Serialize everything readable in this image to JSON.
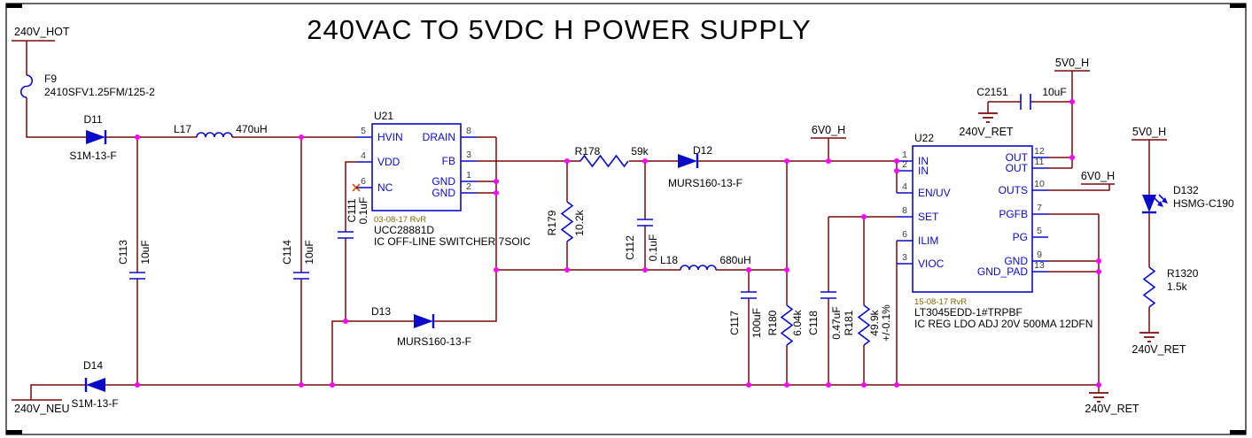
{
  "title": "240VAC TO 5VDC H POWER SUPPLY",
  "colors": {
    "wire": "#7A0A0A",
    "component": "#0A0AC8",
    "junction": "#FF00FF",
    "text": "#000000",
    "date_stamp": "#7d6400",
    "no_connect": "#E05500"
  },
  "ports": {
    "hot": "240V_HOT",
    "neu": "240V_NEU",
    "v6_mid": "6V0_H",
    "v5_top": "5V0_H",
    "v6_right": "6V0_H",
    "v5_right": "5V0_H",
    "ret_c2151": "240V_RET",
    "ret_bottom": "240V_RET",
    "ret_right": "240V_RET"
  },
  "components": {
    "f9": {
      "ref": "F9",
      "value": "2410SFV1.25FM/125-2"
    },
    "d11": {
      "ref": "D11",
      "value": "S1M-13-F"
    },
    "d14": {
      "ref": "D14",
      "value": "S1M-13-F"
    },
    "l17": {
      "ref": "L17",
      "value": "470uH"
    },
    "l18": {
      "ref": "L18",
      "value": "680uH"
    },
    "c113": {
      "ref": "C113",
      "value": "10uF"
    },
    "c114": {
      "ref": "C114",
      "value": "10uF"
    },
    "c111": {
      "ref": "C111",
      "value": "0.1uF"
    },
    "c112": {
      "ref": "C112",
      "value": "0.1uF"
    },
    "c117": {
      "ref": "C117",
      "value": "100uF"
    },
    "c118": {
      "ref": "C118",
      "value": "0.47uF"
    },
    "c2151": {
      "ref": "C2151",
      "value": "10uF"
    },
    "r178": {
      "ref": "R178",
      "value": "59k"
    },
    "r179": {
      "ref": "R179",
      "value": "10.2k"
    },
    "r180": {
      "ref": "R180",
      "value": "6.04k"
    },
    "r181": {
      "ref": "R181",
      "value": "49.9k",
      "tolerance": "+/-0.1%"
    },
    "r1320": {
      "ref": "R1320",
      "value": "1.5k"
    },
    "d12": {
      "ref": "D12",
      "value": "MURS160-13-F"
    },
    "d13": {
      "ref": "D13",
      "value": "MURS160-13-F"
    },
    "d132": {
      "ref": "D132",
      "value": "HSMG-C190"
    }
  },
  "u21": {
    "ref": "U21",
    "date": "03-08-17 RvR",
    "part": "UCC28881D",
    "desc": "IC OFF-LINE SWITCHER 7SOIC",
    "pins_left": [
      {
        "num": "5",
        "name": "HVIN"
      },
      {
        "num": "4",
        "name": "VDD"
      },
      {
        "num": "6",
        "name": "NC"
      }
    ],
    "pins_right": [
      {
        "num": "8",
        "name": "DRAIN"
      },
      {
        "num": "3",
        "name": "FB"
      },
      {
        "num": "1",
        "name": "GND"
      },
      {
        "num": "2",
        "name": "GND"
      }
    ]
  },
  "u22": {
    "ref": "U22",
    "date": "15-08-17 RvR",
    "part": "LT3045EDD-1#TRPBF",
    "desc": "IC REG LDO ADJ 20V 500MA 12DFN",
    "pins_left": [
      {
        "num": "1",
        "name": "IN"
      },
      {
        "num": "2",
        "name": "IN"
      },
      {
        "num": "4",
        "name": "EN/UV"
      },
      {
        "num": "8",
        "name": "SET"
      },
      {
        "num": "6",
        "name": "ILIM"
      },
      {
        "num": "3",
        "name": "VIOC"
      }
    ],
    "pins_right": [
      {
        "num": "12",
        "name": "OUT"
      },
      {
        "num": "11",
        "name": "OUT"
      },
      {
        "num": "10",
        "name": "OUTS"
      },
      {
        "num": "7",
        "name": "PGFB"
      },
      {
        "num": "5",
        "name": "PG"
      },
      {
        "num": "9",
        "name": "GND"
      },
      {
        "num": "13",
        "name": "GND_PAD"
      }
    ]
  }
}
